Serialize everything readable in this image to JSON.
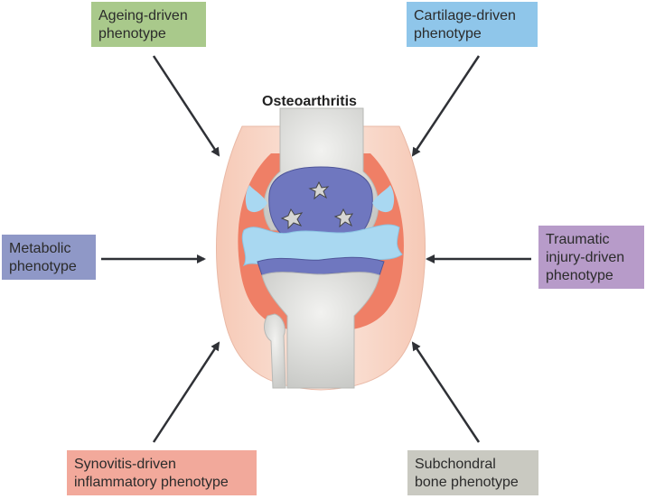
{
  "title": "Osteoarthritis",
  "phenotypes": {
    "ageing": {
      "label": "Ageing-driven\nphenotype",
      "color": "#a9c98b"
    },
    "cartilage": {
      "label": "Cartilage-driven\nphenotype",
      "color": "#8fc6ea"
    },
    "metabolic": {
      "label": "Metabolic\nphenotype",
      "color": "#8f98c7"
    },
    "traumatic": {
      "label": "Traumatic\ninjury-driven\nphenotype",
      "color": "#b79bc9"
    },
    "synovitis": {
      "label": "Synovitis-driven\ninflammatory phenotype",
      "color": "#f2a99b"
    },
    "subchondral": {
      "label": "Subchondral\nbone phenotype",
      "color": "#c9c9c1"
    }
  },
  "colors": {
    "arrow": "#2f3136",
    "bone": "#d9dad8",
    "cartilage": "#6f77bf",
    "synovial_fluid": "#a9d8f1",
    "synovium": "#ef7f66",
    "capsule": "#f7d4c4"
  }
}
